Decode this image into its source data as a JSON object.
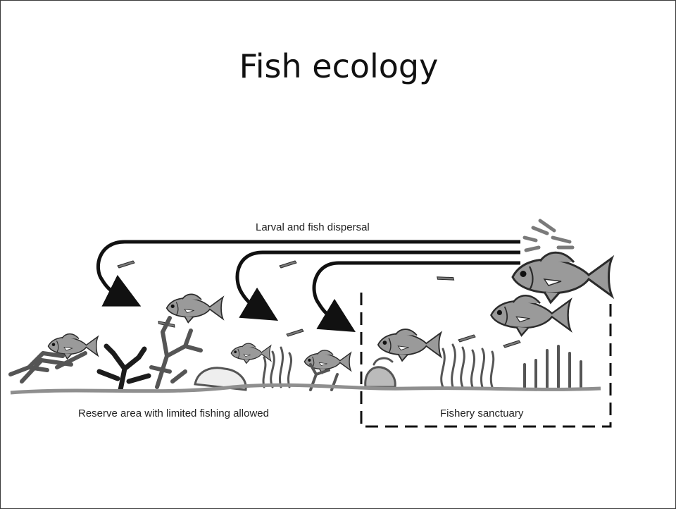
{
  "slide": {
    "title": "Fish ecology"
  },
  "diagram": {
    "dispersal_label": "Larval and fish dispersal",
    "reserve_label": "Reserve area with limited fishing allowed",
    "sanctuary_label": "Fishery sanctuary",
    "colors": {
      "fish": "#9a9a9a",
      "outline": "#2b2b2b",
      "seabed": "#8f8f8f",
      "dark_coral": "#1c1c1c"
    },
    "icons": [
      "arrow",
      "fish",
      "larva",
      "coral",
      "seaweed",
      "sponge"
    ]
  }
}
